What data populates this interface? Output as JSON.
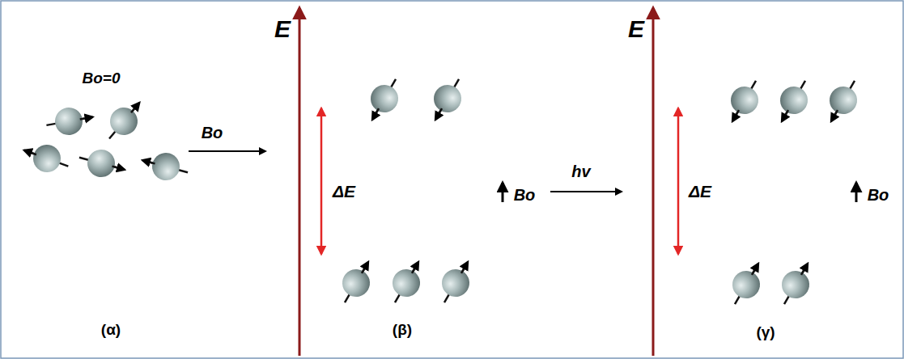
{
  "diagram": {
    "labels": [
      "Bo=0",
      "Bo",
      "E",
      "ΔE",
      "Bo",
      "hv",
      "E",
      "ΔE",
      "Bo",
      "(α)",
      "(β)",
      "(γ)"
    ]
  }
}
